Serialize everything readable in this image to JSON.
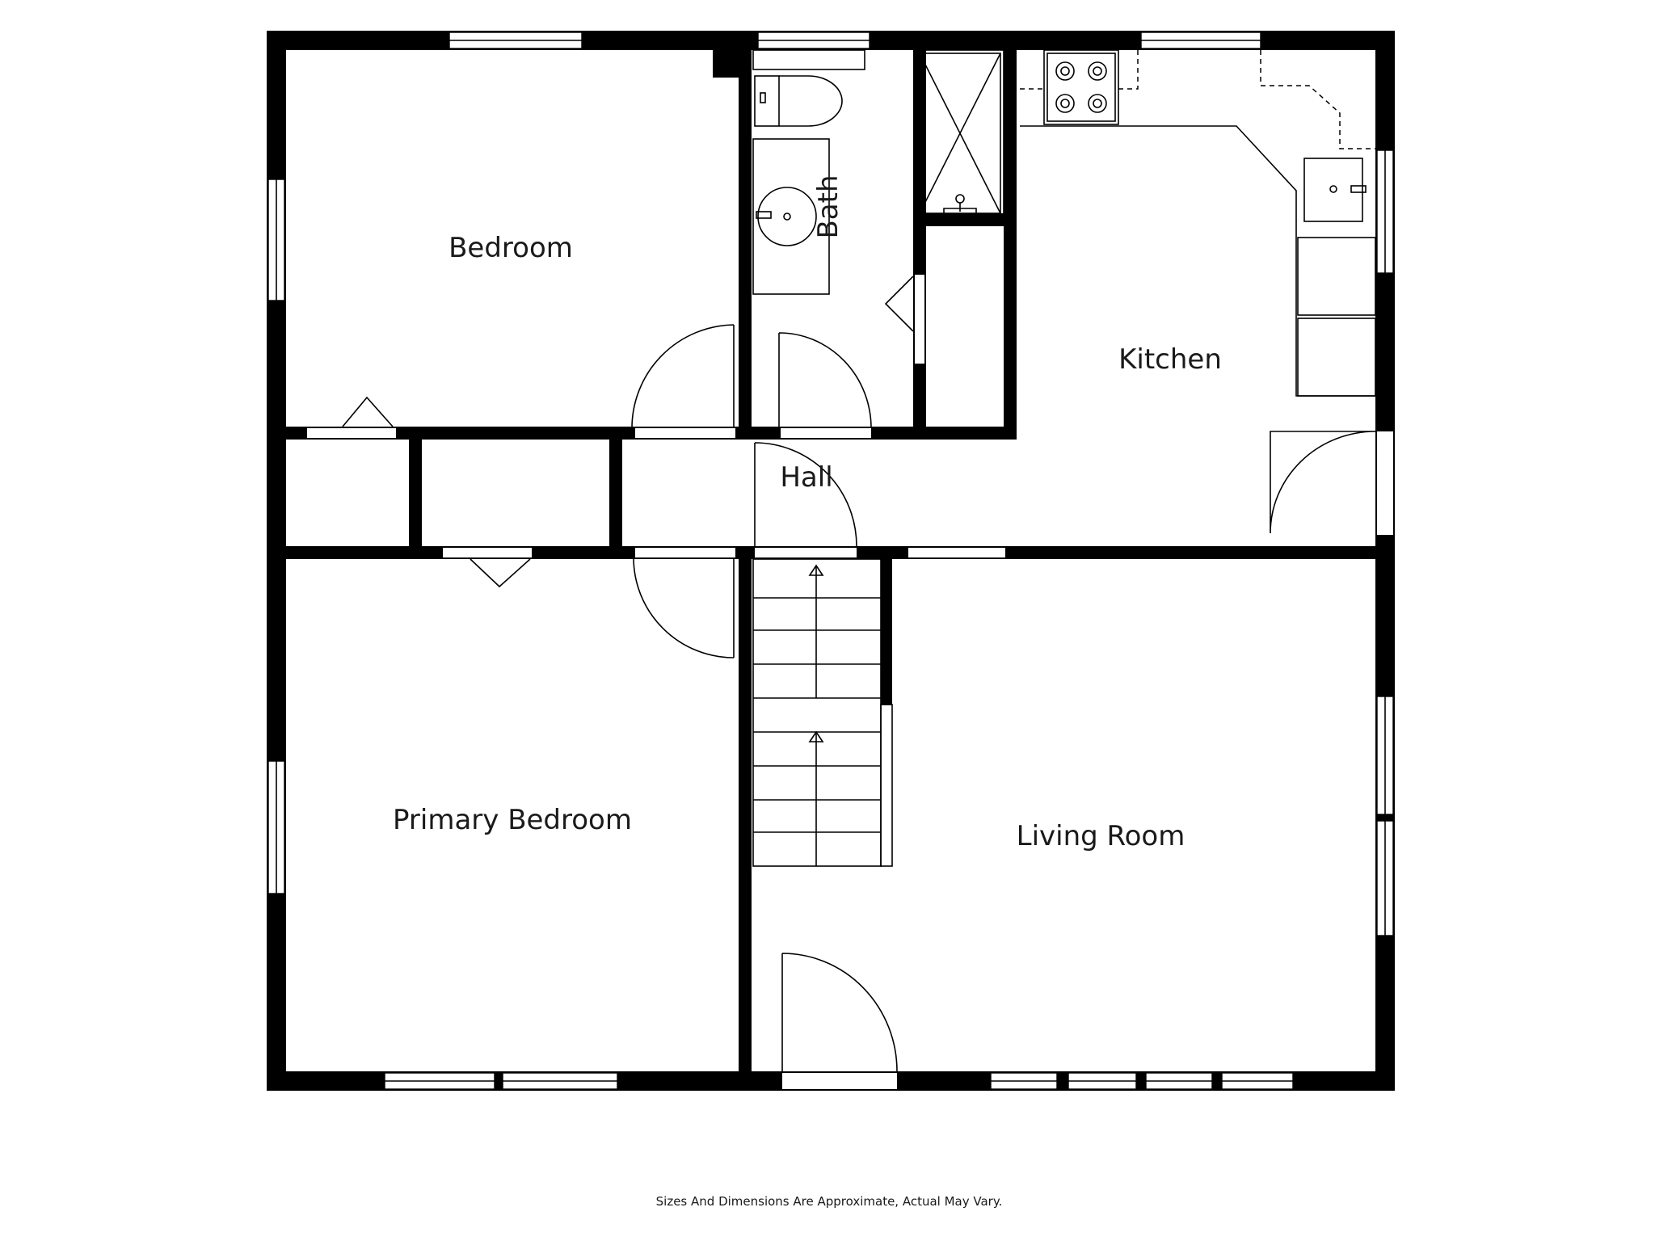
{
  "rooms": {
    "bedroom": "Bedroom",
    "bath": "Bath",
    "kitchen": "Kitchen",
    "hall": "Hall",
    "primary_bedroom": "Primary Bedroom",
    "living_room": "Living Room"
  },
  "footer": {
    "note": "Sizes And Dimensions Are Approximate, Actual May Vary."
  },
  "colors": {
    "wall": "#000000",
    "background": "#ffffff",
    "text": "#1a1a1a"
  }
}
